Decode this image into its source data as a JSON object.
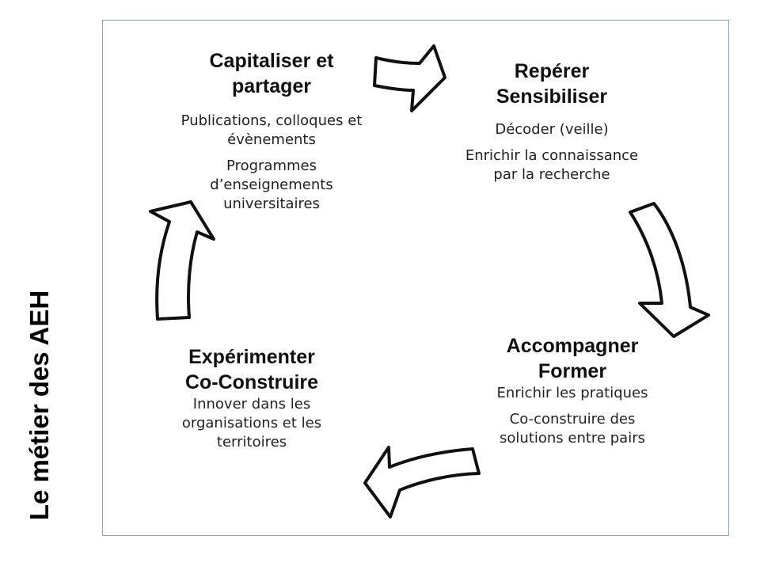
{
  "side_title": "Le métier des AEH",
  "stages": [
    {
      "id": "capitaliser",
      "heading_lines": [
        "Capitaliser et",
        "partager"
      ],
      "items": [
        "Publications, colloques et évènements",
        "Programmes d’enseignements universitaires"
      ]
    },
    {
      "id": "reperer",
      "heading_lines": [
        "Repérer",
        "Sensibiliser"
      ],
      "items": [
        "Décoder (veille)",
        "Enrichir la connaissance par la recherche"
      ]
    },
    {
      "id": "accompagner",
      "heading_lines": [
        "Accompagner",
        "Former"
      ],
      "items": [
        "Enrichir les pratiques",
        "Co-construire des solutions entre pairs"
      ]
    },
    {
      "id": "experimenter",
      "heading_lines": [
        "Expérimenter",
        "Co-Construire"
      ],
      "items": [
        "Innover dans les organisations et les territoires"
      ]
    }
  ],
  "arrows": [
    {
      "from": "capitaliser",
      "to": "reperer"
    },
    {
      "from": "reperer",
      "to": "accompagner"
    },
    {
      "from": "accompagner",
      "to": "experimenter"
    },
    {
      "from": "experimenter",
      "to": "capitaliser"
    }
  ]
}
